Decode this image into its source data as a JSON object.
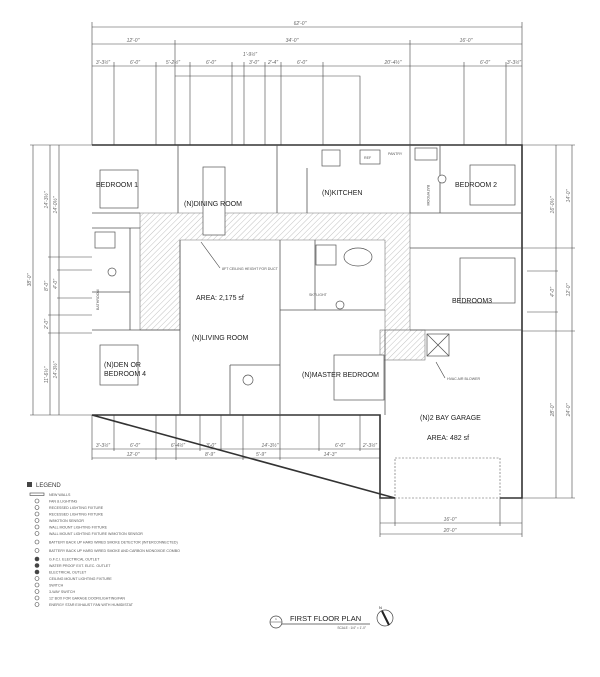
{
  "plan": {
    "title": "FIRST FLOOR PLAN",
    "scale": "SCALE : 1/4\" = 1'-0\"",
    "north_label": "N",
    "detail_marker": "1"
  },
  "rooms": {
    "bedroom1": "BEDROOM 1",
    "dining": "(N)DINING ROOM",
    "kitchen": "(N)KITCHEN",
    "ref": "REF",
    "pantry": "PANTRY",
    "bathroom_top": "BATHROOM",
    "bedroom2": "BEDROOM 2",
    "bathroom_left": "BATHROOM",
    "area_house": "AREA: 2,175 sf",
    "living": "(N)LIVING ROOM",
    "den_line1": "(N)DEN OR",
    "den_line2": "BEDROOM 4",
    "master": "(N)MASTER BEDROOM",
    "bedroom3": "BEDROOM3",
    "garage": "(N)2 BAY GARAGE",
    "area_garage": "AREA: 482 sf",
    "skylight": "SKYLIGHT",
    "ceiling_note": "8FT CEILING HEIGHT FOR DUCT",
    "hvac_note": "HVAC AIR BLOWER"
  },
  "dimensions": {
    "top_overall": "62'-0\"",
    "top_row2": [
      "12'-0\"",
      "34'-0\"",
      "16'-0\""
    ],
    "top_row3": [
      "3'-3½\"",
      "6'-0\"",
      "5'-2½\"",
      "6'-0\"",
      "3'-0\"",
      "2'-4\"",
      "6'-0\"",
      "20'-4½\"",
      "6'-0\"",
      "3'-3½\""
    ],
    "top_callout": "1'-9½\"",
    "bottom_row1": [
      "3'-3½\"",
      "6'-0\"",
      "6'-4½\"",
      "3'-0\"",
      "14'-3½\"",
      "6'-0\"",
      "2'-3½\""
    ],
    "bottom_row2": [
      "12'-0\"",
      "8'-9\"",
      "5'-9\"",
      "14'-3\""
    ],
    "garage_bottom": [
      "16'-0\"",
      "20'-0\""
    ],
    "left_overall": "38'-0\"",
    "left_row2": [
      "14'-3½\"",
      "8'-0\"",
      "2'-0\"",
      "11'-6½\""
    ],
    "left_row3": [
      "14'-0½\"",
      "4'-0\"",
      "14'-3½\""
    ],
    "right_row1": [
      "14'-0\"",
      "12'-0\"",
      "24'-0\""
    ],
    "right_row2": [
      "16'-0½\"",
      "4'-0\"",
      "28'-0\""
    ]
  },
  "legend": {
    "title": "LEGEND",
    "items": [
      {
        "icon": "new-wall",
        "label": "NEW WALLS"
      },
      {
        "icon": "fan-lighting",
        "label": "FAN & LIGHTING"
      },
      {
        "icon": "recessed-light",
        "label": "RECESSED LIGHTING FIXTURE"
      },
      {
        "icon": "recessed-light-motion",
        "label": "RECESSED LIGHTING FIXTURE"
      },
      {
        "icon": "motion-sensor",
        "label": "W/MOTION SENSOR"
      },
      {
        "icon": "wall-light",
        "label": "WALL MOUNT LIGHTING FIXTURE"
      },
      {
        "icon": "wall-light-motion",
        "label": "WALL MOUNT LIGHTING FIXTURE W/MOTION SENSOR"
      },
      {
        "icon": "smoke-detector",
        "label": "BATTERY BACK UP HARD WIRED SMOKE DETECTOR (INTERCONNECTED)"
      },
      {
        "icon": "smoke-co-combo",
        "label": "BATTERY BACK UP HARD WIRED SMOKE AND CARBON MONOXIDE COMBO"
      },
      {
        "icon": "gfci-outlet",
        "label": "G.F.C.I. ELECTRICAL OUTLET"
      },
      {
        "icon": "waterproof-outlet",
        "label": "WATER PROOF EXT. ELEC. OUTLET"
      },
      {
        "icon": "outlet",
        "label": "ELECTRICAL OUTLET"
      },
      {
        "icon": "ceiling-light",
        "label": "CEILING MOUNT LIGHTING FIXTURE"
      },
      {
        "icon": "switch",
        "label": "SWITCH"
      },
      {
        "icon": "three-way-switch",
        "label": "3-WAY SWITCH"
      },
      {
        "icon": "junction-box",
        "label": "12' BOX FOR GARAGE DOOR/LIGHTING/FAN"
      },
      {
        "icon": "exhaust-fan",
        "label": "ENERGY STAR EXHAUST FAN WITH HUMIDISTAT"
      }
    ]
  }
}
